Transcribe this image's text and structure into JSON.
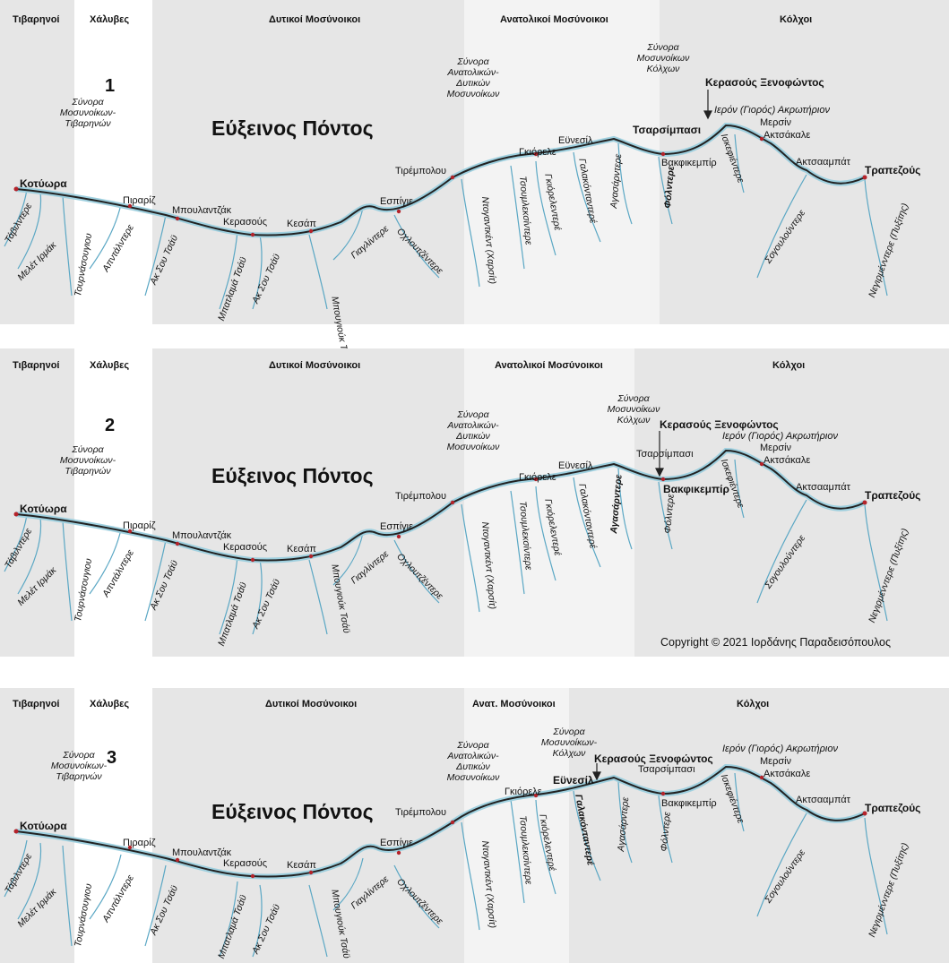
{
  "panels": [
    {
      "number": "1",
      "regions": [
        "Τιβαρηνοί",
        "Χάλυβες",
        "Δυτικοί Μοσύνοικοι",
        "Ανατολικοί Μοσύνοικοι",
        "Κόλχοι"
      ],
      "sea": "Εύξεινος Πόντος",
      "notes": {
        "tib_border": "Σύνορα\nΜοσυνοίκων-\nΤιβαρηνών",
        "west_east_border": "Σύνορα\nΑνατολικών-\nΔυτικών\nΜοσυνοίκων",
        "colchis_border": "Σύνορα\nΜοσυνοίκων\nΚόλχων"
      },
      "towns": {
        "kotyora": "Κοτύωρα",
        "piraris": "Πιραρίζ",
        "mpoulantzak": "Μπουλαντζάκ",
        "kerasous": "Κερασούς",
        "kesap": "Κεσάπ",
        "espiyie": "Εσπίγιε",
        "tirempolu": "Τιρέμπολου",
        "giorele": "Γκιόρελε",
        "euesil": "Εϋνεσίλ",
        "tsarsimpasi": "Τσαρσίμπασι",
        "vakfikempir": "Βακφικεμπίρ",
        "kerasous_xen": "Κερασούς Ξενοφώντος",
        "ieron": "Ιερόν (Γιορός) Ακρωτήριον",
        "mersin": "Μερσίν",
        "aktsakale": "Ακτσάκαλε",
        "aktsaampat": "Ακτσααμπάτ",
        "trapezous": "Τραπεζούς"
      },
      "rivers": {
        "tavintere": "Τάβιλντερε",
        "melet": "Μελέτ Ιρμάκ",
        "tourna": "Τουρνάσουγιου",
        "apintintere": "Απντάλντερε",
        "aksou1": "Ακ Σου Τσάϋ",
        "mpatlama": "Μπατλαμά Τσάϋ",
        "aksou2": "Ακ Σου Τσάϋ",
        "mpougiouk": "Μπουγιούκ Τσάϋ",
        "giaglintere": "Γιαγλίντερε",
        "oglou": "Οχλουτζέντερε",
        "ntogantkent": "Ντογαντκέντ (Χαρσίτ)",
        "tsoumlek": "Τσουμλεκσίντερε",
        "giorelentere": "Γκιόρελεντερέ",
        "galakontere": "Γαλακόνταντερέ",
        "agasar": "Αγασάρντερε",
        "folintere": "Φόλντερε",
        "iskefie": "Ισκεφιέντερε",
        "sogoul": "Σογουλούντερε",
        "negirmen": "Νεγιρμένντερε (Πυξίτης)"
      }
    },
    {
      "number": "2",
      "regions": [
        "Τιβαρηνοί",
        "Χάλυβες",
        "Δυτικοί Μοσύνοικοι",
        "Ανατολικοί Μοσύνοικοι",
        "Κόλχοι"
      ],
      "sea": "Εύξεινος Πόντος",
      "notes": {
        "tib_border": "Σύνορα\nΜοσυνοίκων-\nΤιβαρηνών",
        "west_east_border": "Σύνορα\nΑνατολικών-\nΔυτικών\nΜοσυνοίκων",
        "colchis_border": "Σύνορα\nΜοσυνοίκων\nΚόλχων"
      },
      "towns": {
        "kotyora": "Κοτύωρα",
        "piraris": "Πιραρίζ",
        "mpoulantzak": "Μπουλαντζάκ",
        "kerasous": "Κερασούς",
        "kesap": "Κεσάπ",
        "espiyie": "Εσπίγιε",
        "tirempolu": "Τιρέμπολου",
        "giorele": "Γκιόρελε",
        "euesil": "Εϋνεσίλ",
        "tsarsimpasi": "Τσαρσίμπασι",
        "vakfikempir": "Βακφικεμπίρ",
        "kerasous_xen": "Κερασούς Ξενοφώντος",
        "ieron": "Ιερόν (Γιορός) Ακρωτήριον",
        "mersin": "Μερσίν",
        "aktsakale": "Ακτσάκαλε",
        "aktsaampat": "Ακτσααμπάτ",
        "trapezous": "Τραπεζούς"
      },
      "rivers": {
        "tavintere": "Τάβιλντερε",
        "melet": "Μελέτ Ιρμάκ",
        "tourna": "Τουρνάσουγιου",
        "apintintere": "Απντάλντερε",
        "aksou1": "Ακ Σου Τσάϋ",
        "mpatlama": "Μπατλαμά Τσάϋ",
        "aksou2": "Ακ Σου Τσάϋ",
        "mpougiouk": "Μπουγιούκ Τσάϋ",
        "giaglintere": "Γιαγλίντερε",
        "oglou": "Οχλουτζέντερε",
        "ntogantkent": "Ντογαντκέντ (Χαρσίτ)",
        "tsoumlek": "Τσουμλεκσίντερε",
        "giorelentere": "Γκιόρελεντερέ",
        "galakontere": "Γαλακόνταντερέ",
        "agasar": "Αγασάρντερε",
        "folintere": "Φόλντερε",
        "iskefie": "Ισκεφιέντερε",
        "sogoul": "Σογουλούντερε",
        "negirmen": "Νεγιρμένντερε (Πυξίτης)"
      },
      "copyright": "Copyright © 2021 Ιορδάνης Παραδεισόπουλος"
    },
    {
      "number": "3",
      "regions": [
        "Τιβαρηνοί",
        "Χάλυβες",
        "Δυτικοί Μοσύνοικοι",
        "Ανατ. Μοσύνοικοι",
        "Κόλχοι"
      ],
      "sea": "Εύξεινος Πόντος",
      "notes": {
        "tib_border": "Σύνορα\nΜοσυνοίκων-\nΤιβαρηνών",
        "west_east_border": "Σύνορα\nΑνατολικών-\nΔυτικών\nΜοσυνοίκων",
        "colchis_border": "Σύνορα\nΜοσυνοίκων-\nΚόλχων"
      },
      "towns": {
        "kotyora": "Κοτύωρα",
        "piraris": "Πιραρίζ",
        "mpoulantzak": "Μπουλαντζάκ",
        "kerasous": "Κερασούς",
        "kesap": "Κεσάπ",
        "espiyie": "Εσπίγιε",
        "tirempolu": "Τιρέμπολου",
        "giorele": "Γκιόρελε",
        "euesil": "Εϋνεσίλ",
        "tsarsimpasi": "Τσαρσίμπασι",
        "vakfikempir": "Βακφικεμπίρ",
        "kerasous_xen": "Κερασούς Ξενοφώντος",
        "ieron": "Ιερόν (Γιορός) Ακρωτήριον",
        "mersin": "Μερσίν",
        "aktsakale": "Ακτσάκαλε",
        "aktsaampat": "Ακτσααμπάτ",
        "trapezous": "Τραπεζούς"
      },
      "rivers": {
        "tavintere": "Τάβιλντερε",
        "melet": "Μελέτ Ιρμάκ",
        "tourna": "Τουρνάσουγιου",
        "apintintere": "Απντάλντερε",
        "aksou1": "Ακ Σου Τσάϋ",
        "mpatlama": "Μπατλαμά Τσάϋ",
        "aksou2": "Ακ Σου Τσάϋ",
        "mpougiouk": "Μπουγιούκ Τσάϋ",
        "giaglintere": "Γιαγλίντερε",
        "oglou": "Οχλουτζέντερε",
        "ntogantkent": "Ντογαντκέντ (Χαρσίτ)",
        "tsoumlek": "Τσουμλεκσίντερε",
        "giorelentere": "Γκιόρελεντερέ",
        "galakontere": "Γαλακόνταντερέ",
        "agasar": "Αγασάρντερε",
        "folintere": "Φόλντερε",
        "iskefie": "Ισκεφιέντερε",
        "sogoul": "Σογουλούντερε",
        "negirmen": "Νεγιρμένντερε (Πυξίτης)"
      }
    }
  ],
  "colors": {
    "region_shade": "#e6e6e6",
    "coast": "#222222",
    "coast_glow": "#9fd0df",
    "river": "#5aa7c4",
    "town_dot": "#b4232a"
  }
}
